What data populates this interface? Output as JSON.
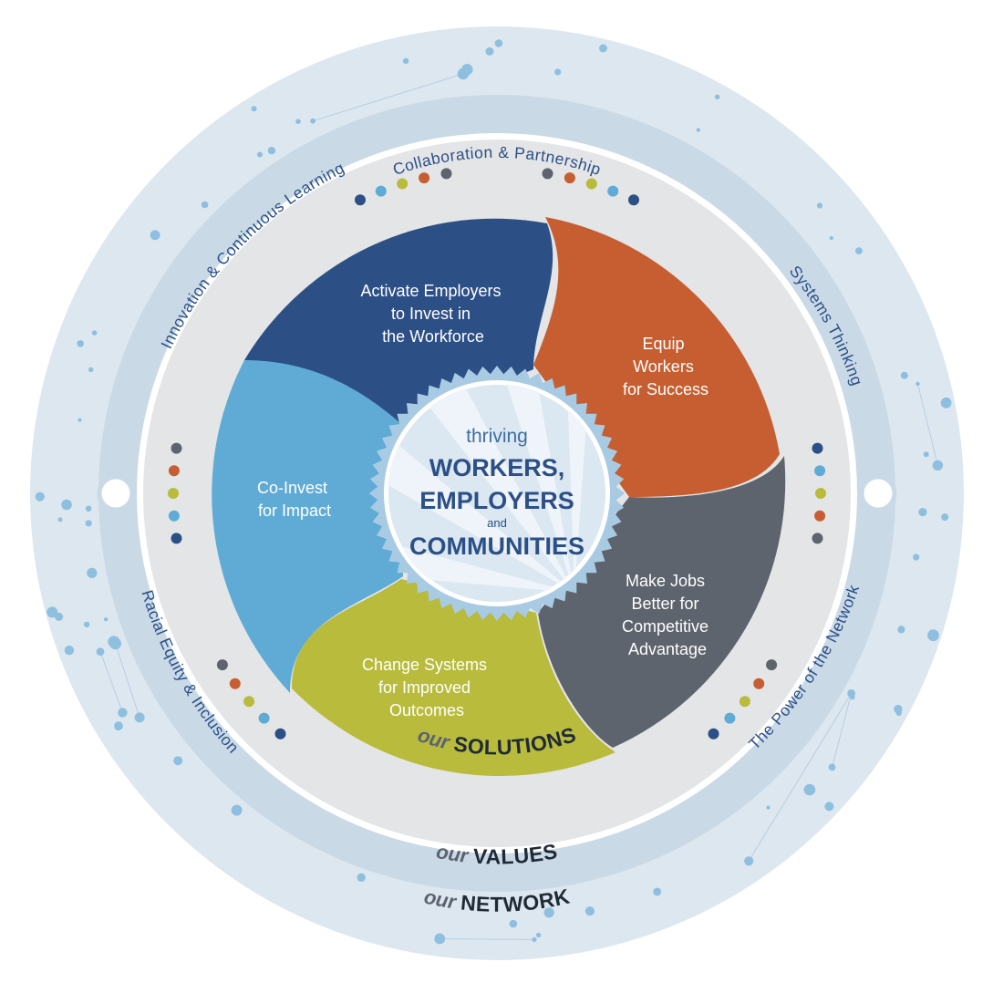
{
  "center": {
    "thriving": "thriving",
    "line1": "WORKERS,",
    "line2": "EMPLOYERS",
    "and": "and",
    "line3": "COMMUNITIES"
  },
  "solutions": [
    {
      "lines": [
        "Activate Employers",
        "to Invest in",
        "the Workforce"
      ],
      "color": "#2c4f86"
    },
    {
      "lines": [
        "Equip",
        "Workers",
        "for Success"
      ],
      "color": "#c65e31"
    },
    {
      "lines": [
        "Make Jobs",
        "Better for",
        "Competitive",
        "Advantage"
      ],
      "color": "#5e646d"
    },
    {
      "lines": [
        "Change Systems",
        "for Improved",
        "Outcomes"
      ],
      "color": "#b8bb3c"
    },
    {
      "lines": [
        "Co-Invest",
        "for Impact"
      ],
      "color": "#5fabd5"
    }
  ],
  "values": [
    "Collaboration & Partnership",
    "Systems Thinking",
    "The Power of the Network",
    "Racial Equity & Inclusion",
    "Innovation & Continuous Learning"
  ],
  "rings": {
    "solutions": {
      "our": "our",
      "word": "SOLUTIONS"
    },
    "values": {
      "our": "our",
      "word": "VALUES"
    },
    "network": {
      "our": "our",
      "word": "NETWORK"
    }
  },
  "colors": {
    "navy": "#2c4f86",
    "orange": "#c65e31",
    "gray": "#5e646d",
    "olive": "#b8bb3c",
    "sky": "#5fabd5",
    "network_ring": "#dde7ef",
    "values_ring": "#c9d9e6",
    "solutions_ring": "#e4e5e6"
  },
  "dot_colors": [
    "#2c4f86",
    "#5fabd5",
    "#b8bb3c",
    "#c65e31",
    "#5e646d"
  ]
}
